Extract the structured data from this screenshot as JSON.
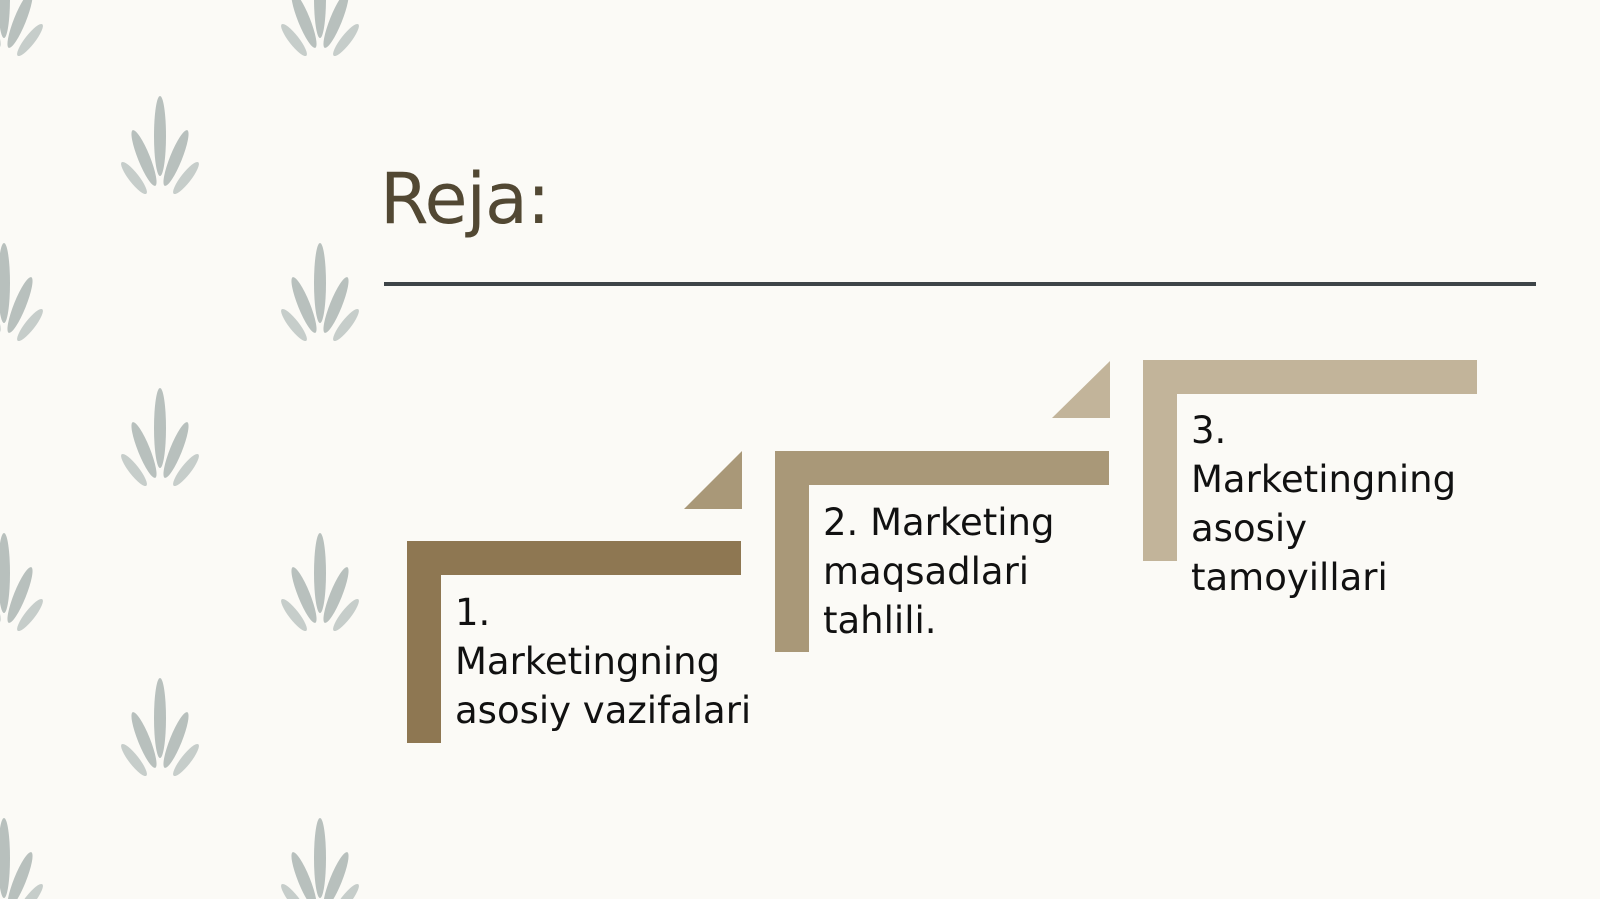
{
  "slide": {
    "title": "Reja:"
  },
  "steps": [
    {
      "label": "1. Marketingning asosiy vazifalari",
      "color": "#8e7752"
    },
    {
      "label": "2. Marketing maqsadlari tahlili.",
      "color": "#a99878"
    },
    {
      "label": "3. Marketingning asosiy tamoyillari",
      "color": "#c2b49a"
    }
  ],
  "colors": {
    "background": "#fbfaf6",
    "title": "#524833",
    "rule": "#3e4448",
    "leaf": "#b8c0bd"
  },
  "decoration": {
    "icon": "leaf-sprig-icon"
  }
}
